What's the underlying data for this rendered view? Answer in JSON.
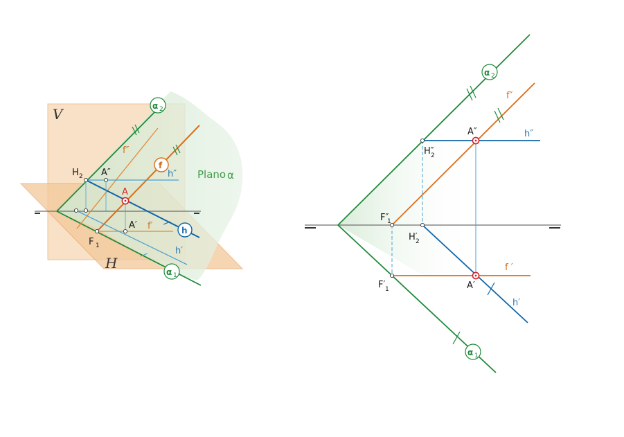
{
  "colors": {
    "green": "#1f8a3a",
    "orange": "#d86f1c",
    "blue": "#0f65a8",
    "light_blue": "#4aa0d0",
    "red": "#d1262b",
    "plane_v": "#f6d6b2",
    "plane_h": "#f2c79a",
    "plane_alpha": "#d8ecd6",
    "ground": "#707070"
  },
  "left": {
    "plane_v_label": "V",
    "plane_h_label": "H",
    "plano_label": "Plano",
    "alpha_symbol": "α",
    "alpha2": "α",
    "alpha2_sub": "2",
    "alpha1": "α",
    "alpha1_sub": "1",
    "f_badge": "f",
    "h_badge": "h",
    "H2": "H",
    "H2_sub": "2",
    "A_dd": "A″",
    "A": "A",
    "A_d": "A′",
    "F1": "F",
    "F1_sub": "1",
    "f_dd": "f″",
    "f_d": "f′",
    "h_dd": "h″",
    "h_d": "h′"
  },
  "right": {
    "alpha2": "α",
    "alpha2_sub": "2",
    "alpha1": "α",
    "alpha1_sub": "1",
    "f_dd": "f″",
    "f_d": "f ′",
    "h_dd": "h″",
    "h_d": "h′",
    "A_dd": "A″",
    "A_d": "A′",
    "H2_dd": "H″",
    "H2_dd_sub": "2",
    "H2_d": "H′",
    "H2_d_sub": "2",
    "F1_dd": "F″",
    "F1_dd_sub": "1",
    "F1_d": "F′",
    "F1_d_sub": "1"
  }
}
